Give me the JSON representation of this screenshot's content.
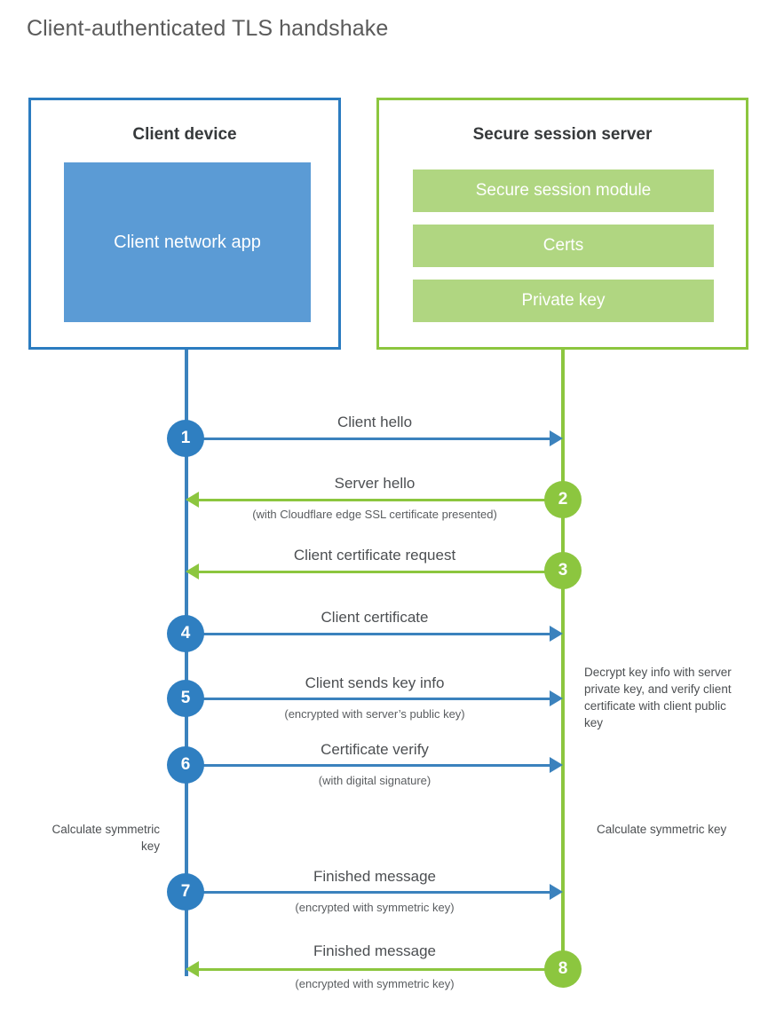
{
  "title": "Client-authenticated TLS handshake",
  "parties": {
    "client": {
      "title": "Client device",
      "app_label": "Client network app",
      "accent": "#2b7cc0"
    },
    "server": {
      "title": "Secure session server",
      "accent": "#8cc63f",
      "components": [
        {
          "label": "Secure session module"
        },
        {
          "label": "Certs"
        },
        {
          "label": "Private key"
        }
      ]
    }
  },
  "colors": {
    "client_line": "#3b82bd",
    "server_line": "#8cc63f",
    "client_circle": "#2f7fc1",
    "server_circle": "#8cc63f",
    "client_app_fill": "#5b9bd5",
    "server_bar_fill": "#b0d681",
    "title_text": "#5a5a5a"
  },
  "steps": [
    {
      "number": "1",
      "direction": "client-to-server",
      "label": "Client hello",
      "sublabel": ""
    },
    {
      "number": "2",
      "direction": "server-to-client",
      "label": "Server hello",
      "sublabel": "(with Cloudflare edge SSL certificate presented)"
    },
    {
      "number": "3",
      "direction": "server-to-client",
      "label": "Client certificate request",
      "sublabel": ""
    },
    {
      "number": "4",
      "direction": "client-to-server",
      "label": "Client certificate",
      "sublabel": ""
    },
    {
      "number": "5",
      "direction": "client-to-server",
      "label": "Client sends key info",
      "sublabel": "(encrypted with server’s public key)"
    },
    {
      "number": "6",
      "direction": "client-to-server",
      "label": "Certificate verify",
      "sublabel": "(with digital signature)"
    },
    {
      "number": "7",
      "direction": "client-to-server",
      "label": "Finished message",
      "sublabel": "(encrypted with symmetric key)"
    },
    {
      "number": "8",
      "direction": "server-to-client",
      "label": "Finished message",
      "sublabel": "(encrypted with symmetric key)"
    }
  ],
  "notes": {
    "server_decrypt": "Decrypt key info with server private key, and verify client certificate with client public key",
    "client_calculate": "Calculate symmetric key",
    "server_calculate": "Calculate symmetric key"
  }
}
